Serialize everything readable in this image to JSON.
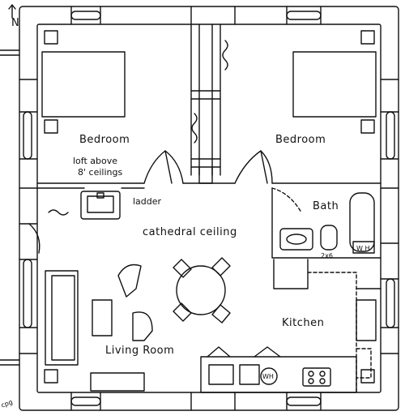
{
  "north_arrow": {
    "letter": "N"
  },
  "rooms": {
    "bedroom_left": "Bedroom",
    "bedroom_right": "Bedroom",
    "bath": "Bath",
    "kitchen": "Kitchen",
    "living_room": "Living Room"
  },
  "notes": {
    "loft_line1": "loft above",
    "loft_line2": "8' ceilings",
    "ladder": "ladder",
    "cathedral": "cathedral ceiling",
    "framing": "2x6"
  },
  "fixtures": {
    "water_heater_kitchen": "WH",
    "water_heater_bath": "W H"
  },
  "signature": "cpg",
  "colors": {
    "ink": "#111111",
    "paper": "#ffffff",
    "wall_fill": "#ffffff"
  }
}
